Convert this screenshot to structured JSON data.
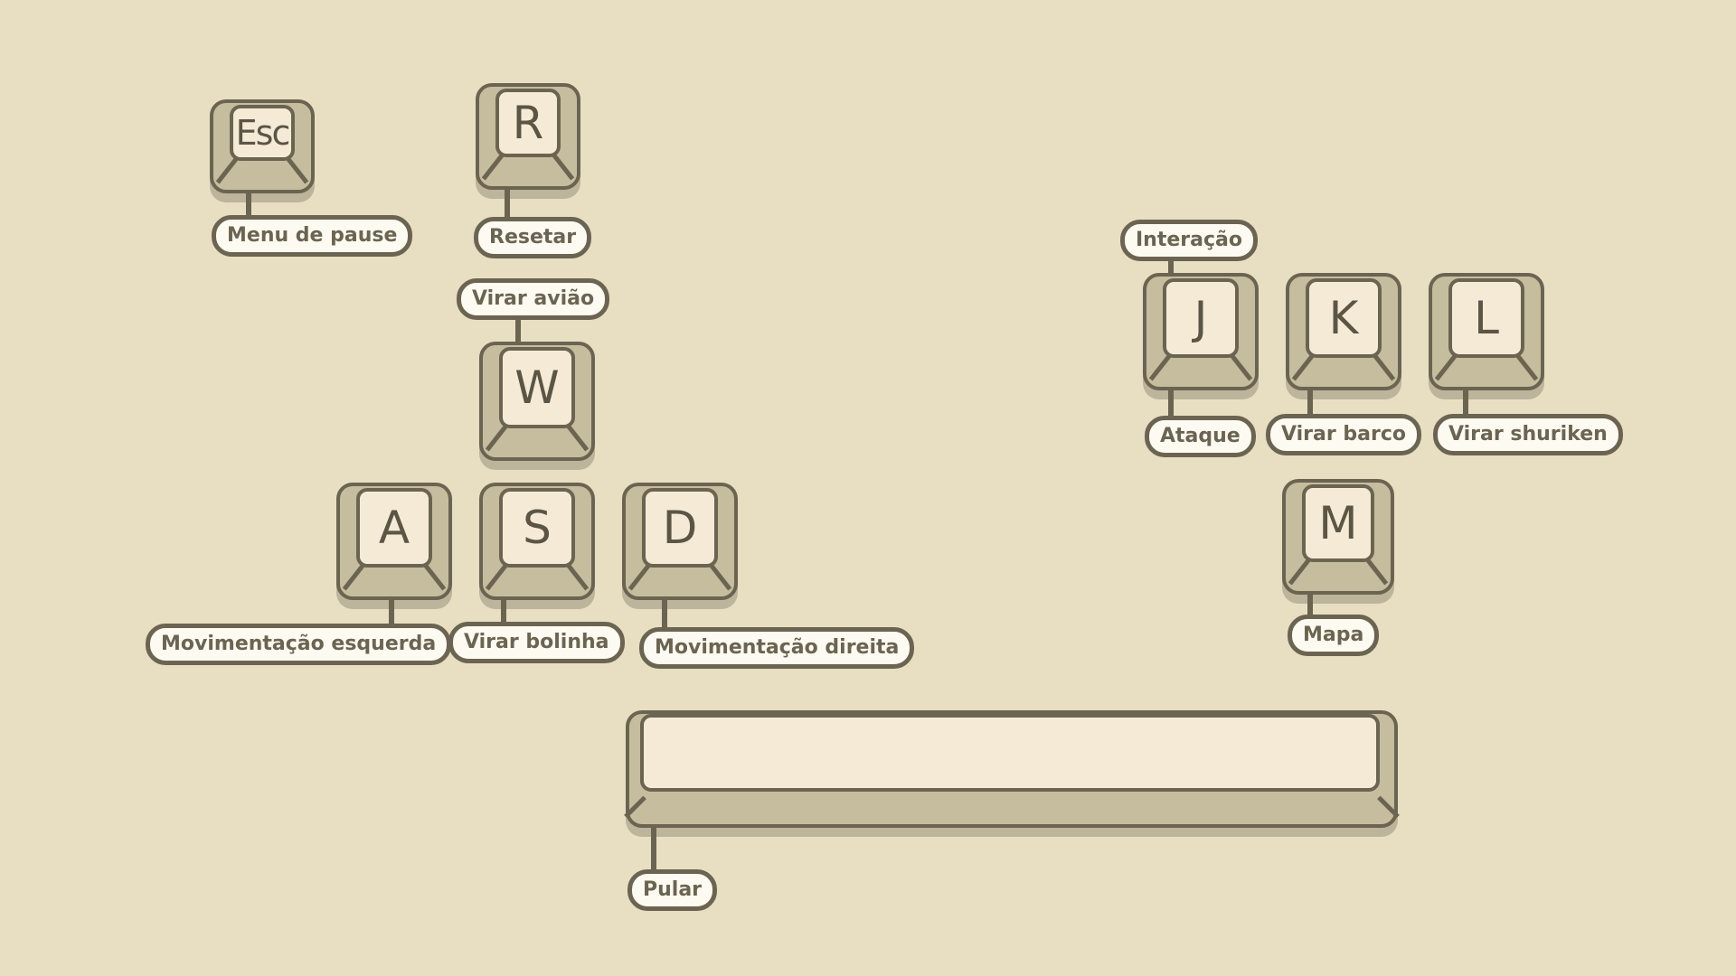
{
  "colors": {
    "background": "#e8dfc3",
    "key_face": "#f5ead6",
    "key_side": "#c6bd9f",
    "outline": "#6b6451",
    "label_bg": "#fdfaf2"
  },
  "keys": {
    "esc": "Esc",
    "r": "R",
    "w": "W",
    "a": "A",
    "s": "S",
    "d": "D",
    "j": "J",
    "k": "K",
    "l": "L",
    "m": "M",
    "space": ""
  },
  "labels": {
    "pause_menu": "Menu de pause",
    "reset": "Resetar",
    "turn_plane": "Virar avião",
    "move_left": "Movimentação esquerda",
    "turn_ball": "Virar bolinha",
    "move_right": "Movimentação direita",
    "interaction": "Interação",
    "attack": "Ataque",
    "turn_boat": "Virar barco",
    "turn_shuriken": "Virar shuriken",
    "map": "Mapa",
    "jump": "Pular"
  }
}
